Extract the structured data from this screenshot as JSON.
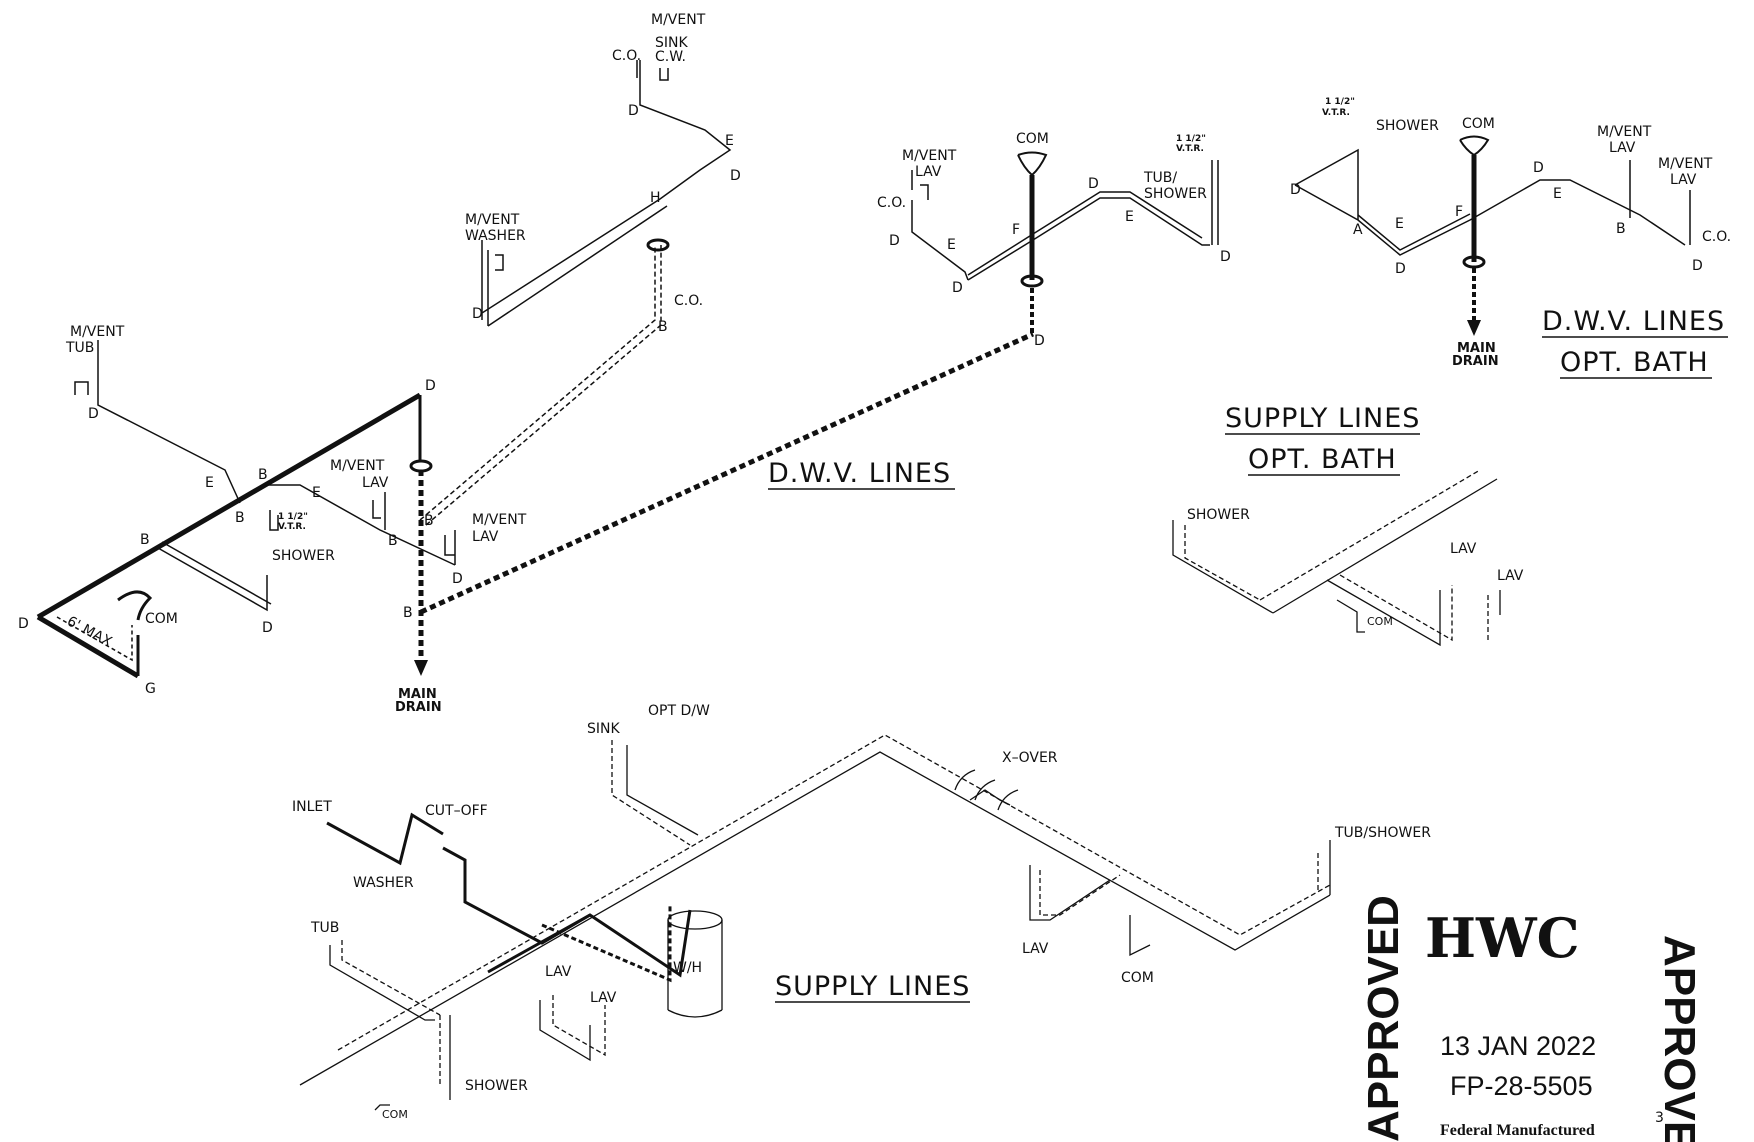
{
  "labels": {
    "m_vent": "M/VENT",
    "sink": "SINK",
    "cw": "C.W.",
    "co": "C.O.",
    "washer": "WASHER",
    "tub": "TUB",
    "lav": "LAV",
    "shower": "SHOWER",
    "com": "COM",
    "tub_shower_top": "TUB/",
    "tub_shower_bottom": "SHOWER",
    "tub_shower": "TUB/SHOWER",
    "vtr_size": "1 1/2\"",
    "vtr": "V.T.R.",
    "six_max": "6' MAX",
    "main": "MAIN",
    "drain": "DRAIN",
    "opt_dw": "OPT D/W",
    "inlet": "INLET",
    "cutoff": "CUT–OFF",
    "xover": "X–OVER",
    "wh": "W/H",
    "A": "A",
    "B": "B",
    "D": "D",
    "E": "E",
    "F": "F",
    "G": "G",
    "H": "H"
  },
  "titles": {
    "dwv_lines": "D.W.V. LINES",
    "dwv_opt_line1": "D.W.V. LINES",
    "dwv_opt_line2": "OPT. BATH",
    "supply_opt_line1": "SUPPLY LINES",
    "supply_opt_line2": "OPT. BATH",
    "supply_lines": "SUPPLY LINES"
  },
  "stamp": {
    "logo": "HWC",
    "date": "13 JAN 2022",
    "code": "FP-28-5505",
    "company": "Federal Manufactured",
    "side_text": "APPROVED",
    "page_number": "3"
  }
}
